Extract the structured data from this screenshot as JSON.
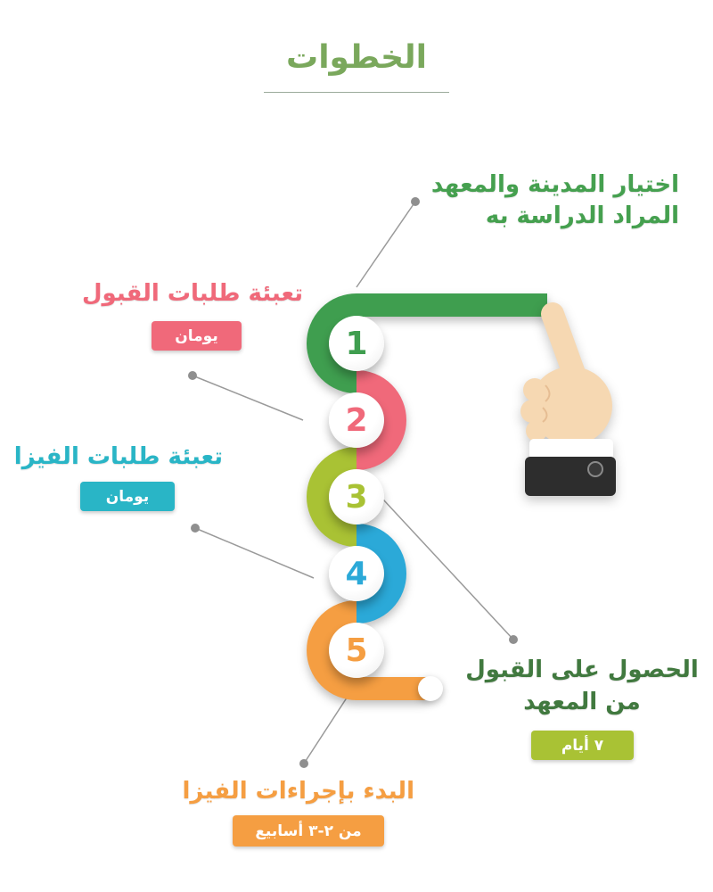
{
  "title": "الخطوات",
  "steps": [
    {
      "number": "1",
      "color": "#3f9e4f"
    },
    {
      "number": "2",
      "color": "#f0697a"
    },
    {
      "number": "3",
      "color": "#a9c234"
    },
    {
      "number": "4",
      "color": "#2ba9d8"
    },
    {
      "number": "5",
      "color": "#f59e42"
    }
  ],
  "callouts": {
    "choose": {
      "line1": "اختيار المدينة والمعهد",
      "line2": "المراد الدراسة به"
    },
    "admission": {
      "label": "تعبئة طلبات القبول",
      "badge": "يومان"
    },
    "visa_forms": {
      "label": "تعبئة طلبات الفيزا",
      "badge": "يومان"
    },
    "acceptance": {
      "line1": "الحصول على القبول",
      "line2": "من المعهد",
      "badge": "٧ أيام"
    },
    "visa_process": {
      "label": "البدء بإجراءات الفيزا",
      "badge": "من ٢-٣ أسابيع"
    }
  },
  "colors": {
    "ribbon_green": "#3f9e4f",
    "ribbon_pink": "#f0697a",
    "ribbon_lime": "#a9c234",
    "ribbon_blue": "#2ba9d8",
    "ribbon_orange": "#f59e42",
    "teal_accent": "#29b5c6",
    "title_green": "#7aa85c",
    "dark_green_text": "#41793f",
    "connector_gray": "#9a9a9a",
    "hand_skin": "#f6d8b2",
    "sleeve_dark": "#2d2d2d"
  }
}
